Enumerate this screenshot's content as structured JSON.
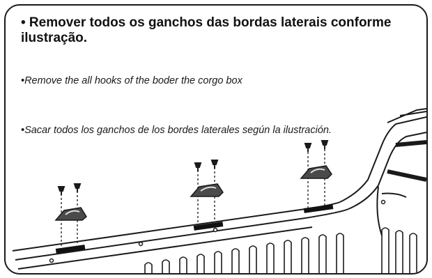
{
  "instructions": {
    "pt": "• Remover todos os ganchos das bordas laterais conforme ilustração.",
    "en": "•Remove the all hooks of the boder the corgo box",
    "es": "•Sacar todos los ganchos de los bordes laterales según la ilustración."
  },
  "illustration": {
    "subject": "truck cargo box side rail with three removable hooks and screws",
    "hook_count": 3,
    "colors": {
      "line": "#1a1a1a",
      "hook": "#4a4a4a",
      "slot": "#111111"
    }
  }
}
